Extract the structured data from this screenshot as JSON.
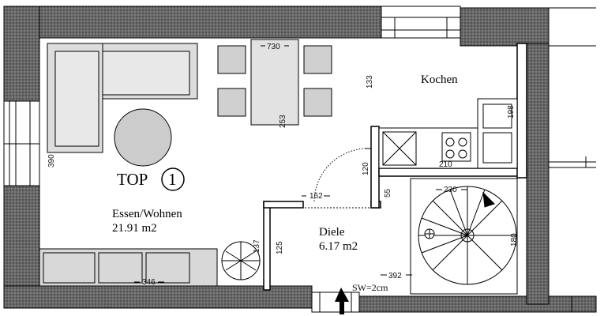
{
  "title": {
    "text": "TOP",
    "number": "1"
  },
  "rooms": {
    "living": {
      "name": "Essen/Wohnen",
      "area": "21.91 m2"
    },
    "kitchen": {
      "name": "Kochen"
    },
    "hall": {
      "name": "Diele",
      "area": "6.17 m2"
    }
  },
  "dimensions": {
    "d730": "730",
    "d133": "133",
    "d253": "253",
    "d198": "198",
    "d390": "390",
    "d120": "120",
    "d210": "210",
    "d162": "162",
    "d55": "55",
    "d230": "230",
    "d180": "180",
    "d137": "137",
    "d125": "125",
    "d346": "346",
    "d392": "392"
  },
  "notes": {
    "wall_thickness": "SW=2cm"
  }
}
